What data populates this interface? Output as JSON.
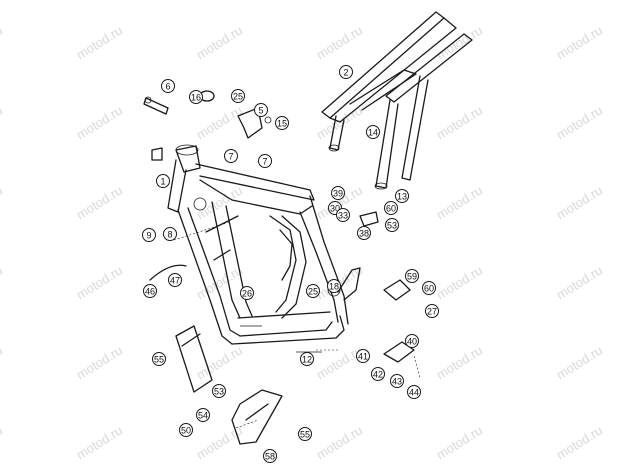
{
  "watermark": {
    "text": "motod.ru"
  },
  "callouts": [
    {
      "label": "1"
    },
    {
      "label": "2"
    },
    {
      "label": "5"
    },
    {
      "label": "6"
    },
    {
      "label": "7"
    },
    {
      "label": "7"
    },
    {
      "label": "8"
    },
    {
      "label": "9"
    },
    {
      "label": "12"
    },
    {
      "label": "13"
    },
    {
      "label": "14"
    },
    {
      "label": "15"
    },
    {
      "label": "16"
    },
    {
      "label": "18"
    },
    {
      "label": "25"
    },
    {
      "label": "25"
    },
    {
      "label": "26"
    },
    {
      "label": "27"
    },
    {
      "label": "30"
    },
    {
      "label": "33"
    },
    {
      "label": "38"
    },
    {
      "label": "39"
    },
    {
      "label": "40"
    },
    {
      "label": "41"
    },
    {
      "label": "42"
    },
    {
      "label": "43"
    },
    {
      "label": "44"
    },
    {
      "label": "46"
    },
    {
      "label": "47"
    },
    {
      "label": "50"
    },
    {
      "label": "53"
    },
    {
      "label": "53"
    },
    {
      "label": "54"
    },
    {
      "label": "55"
    },
    {
      "label": "55"
    },
    {
      "label": "58"
    },
    {
      "label": "59"
    },
    {
      "label": "60"
    },
    {
      "label": "60"
    }
  ]
}
